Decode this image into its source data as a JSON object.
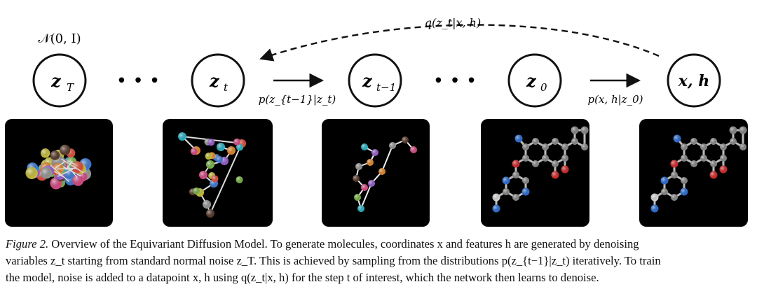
{
  "figure": {
    "prior_label": "𝒩(0, I)",
    "nodes": [
      {
        "id": "zT",
        "label": "z",
        "sub": "T"
      },
      {
        "id": "zt",
        "label": "z",
        "sub": "t"
      },
      {
        "id": "zt1",
        "label": "z",
        "sub": "t−1"
      },
      {
        "id": "z0",
        "label": "z",
        "sub": "0"
      },
      {
        "id": "xh",
        "label": "x, h",
        "sub": ""
      }
    ],
    "ellipsis": "• • •",
    "arrow_labels": {
      "reverse_step": "p(z_{t−1}|z_t)",
      "reverse_final": "p(x, h|z_0)",
      "forward": "q(z_t|x, h)"
    },
    "panels": 5
  },
  "caption": {
    "label": "Figure 2.",
    "lines": [
      "Overview of the Equivariant Diffusion Model. To generate molecules, coordinates x and features h are generated by denoising",
      "variables z_t starting from standard normal noise z_T. This is achieved by sampling from the distributions p(z_{t−1}|z_t) iteratively. To train",
      "the model, noise is added to a datapoint x, h using q(z_t|x, h) for the step t of interest, which the network then learns to denoise."
    ]
  }
}
